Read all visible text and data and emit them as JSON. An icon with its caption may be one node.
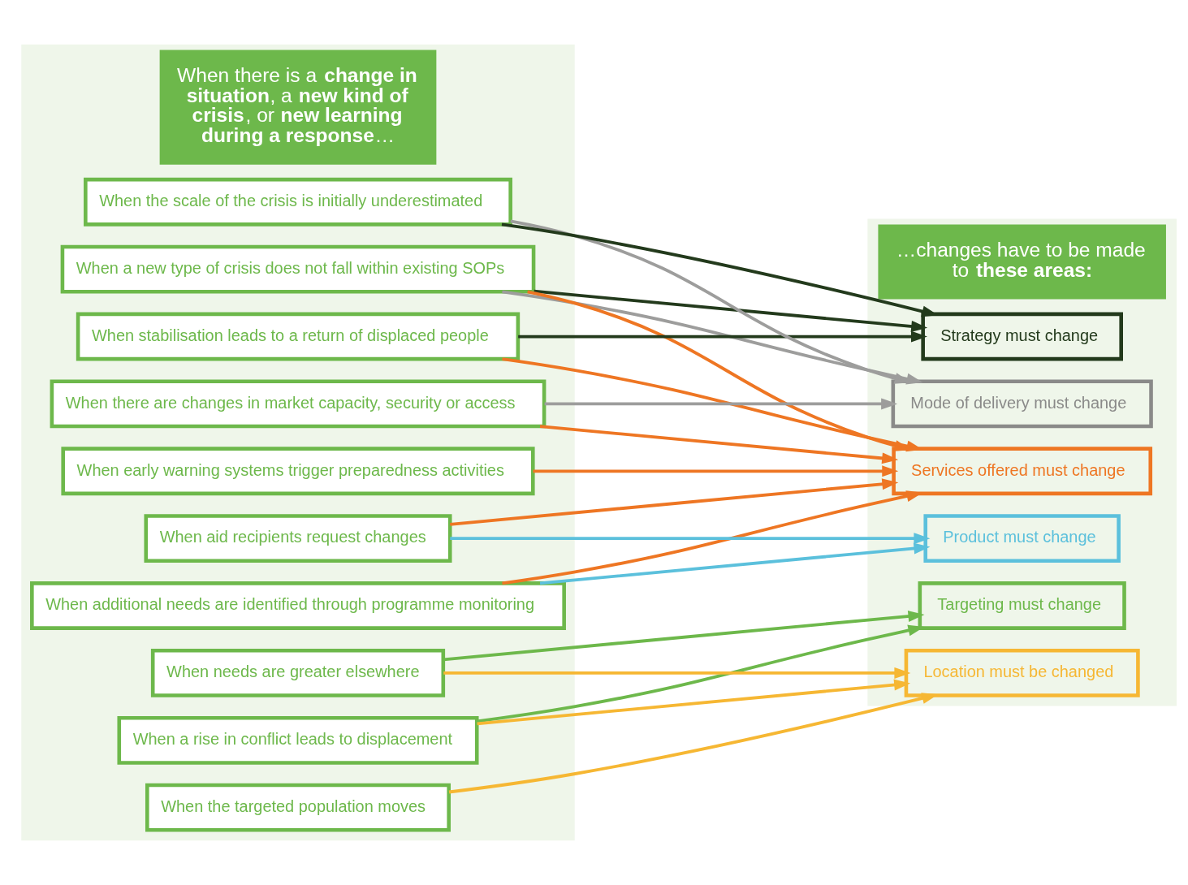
{
  "diagram": {
    "nodes": [
      {
        "text": [
          "When there is a **change in situation**, a **new kind of crisis**, or **new learning during a response**…"
        ]
      },
      {
        "text": [
          "When a new type of crisis does not fall within existing SOPs"
        ],
        "in": 0
      },
      {
        "text": [
          "When a rise in conflict leads to displacement"
        ],
        "in": 0
      },
      {
        "text": [
          "When stabilisation leads to a return of displaced people"
        ],
        "in": 0
      },
      {
        "text": [
          "When additional needs are identified through programme monitoring"
        ],
        "in": 0
      },
      {
        "text": [
          "When aid recipients request changes"
        ],
        "in": 0
      },
      {
        "text": [
          "When the scale of the crisis is initially underestimated"
        ],
        "in": 0
      },
      {
        "text": [
          "When there are changes in market capacity, security or access"
        ],
        "in": 0
      },
      {
        "text": [
          "When early warning systems trigger preparedness activities"
        ],
        "in": 0
      },
      {
        "text": [
          "When needs are greater elsewhere"
        ],
        "in": 0
      },
      {
        "text": [
          "When the targeted population moves"
        ],
        "in": 0
      },
      {
        "text": [
          "…changes have to be made to **these areas:**"
        ]
      },
      {
        "text": [
          "Product must change"
        ],
        "in": 11
      },
      {
        "text": [
          "Mode of delivery must change"
        ],
        "in": 11
      },
      {
        "text": [
          "Strategy must change"
        ],
        "in": 11
      },
      {
        "text": [
          "Targeting must change"
        ],
        "in": 11
      },
      {
        "text": [
          "Services offered must change"
        ],
        "in": 11
      },
      {
        "text": [
          "Location must be changed"
        ],
        "in": 11
      }
    ],
    "edges": [
      {
        "from": 1,
        "to": 13,
        "arrow": "to",
        "color": "#9d9d9c"
      },
      {
        "from": 1,
        "to": 14,
        "arrow": "to",
        "color": "#233a1c"
      },
      {
        "from": 1,
        "to": 16,
        "arrow": "to"
      },
      {
        "from": 2,
        "to": 15,
        "arrow": "to",
        "color": "#6db84b"
      },
      {
        "from": 2,
        "to": 17,
        "arrow": "to",
        "color": "#f6b733"
      },
      {
        "from": 3,
        "to": 14,
        "arrow": "to",
        "color": "#233a1c"
      },
      {
        "from": 3,
        "to": 16,
        "arrow": "to"
      },
      {
        "from": 4,
        "to": 12,
        "arrow": "to",
        "color": "#5bc0dc"
      },
      {
        "from": 4,
        "to": 16,
        "arrow": "to"
      },
      {
        "from": 5,
        "to": 12,
        "arrow": "to",
        "color": "#5bc0dc"
      },
      {
        "from": 5,
        "to": 16,
        "arrow": "to"
      },
      {
        "from": 6,
        "to": 13,
        "arrow": "to",
        "color": "#9d9d9c"
      },
      {
        "from": 6,
        "to": 14,
        "arrow": "to",
        "color": "#233a1c"
      },
      {
        "from": 7,
        "to": 13,
        "arrow": "to",
        "color": "#9d9d9c"
      },
      {
        "from": 7,
        "to": 16,
        "arrow": "to"
      },
      {
        "from": 8,
        "to": 16,
        "arrow": "to"
      },
      {
        "from": 9,
        "to": 15,
        "arrow": "to",
        "color": "#6db84b"
      },
      {
        "from": 9,
        "to": 17,
        "arrow": "to",
        "color": "#f6b733"
      },
      {
        "from": 10,
        "to": 17,
        "arrow": "to",
        "color": "#f6b733"
      }
    ]
  }
}
